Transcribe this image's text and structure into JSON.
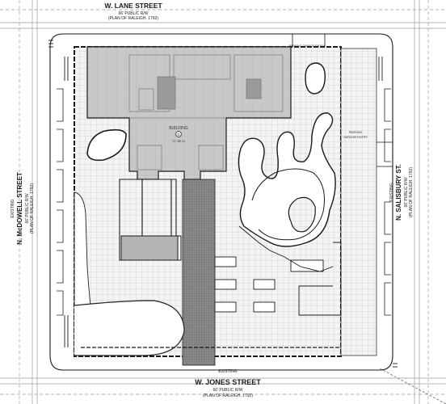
{
  "streets": {
    "north": {
      "name": "W. LANE STREET",
      "row": "66' PUBLIC R/W",
      "plan": "(PLAN OF RALEIGH, 1792)"
    },
    "south": {
      "existing": "EXISTING",
      "name": "W. JONES STREET",
      "row": "66' PUBLIC R/W",
      "plan": "(PLAN OF RALEIGH, 1792)"
    },
    "west": {
      "existing": "EXISTING",
      "name": "N. McDOWELL STREET",
      "row": "66' PUBLIC R/W",
      "plan": "(PLAN OF RALEIGH, 1792)"
    },
    "east": {
      "existing": "EXISTING",
      "name": "N. SALISBURY ST.",
      "row": "66' PUBLIC R/W",
      "plan": "(PLAN OF RALEIGH, 1792)"
    }
  },
  "labels": {
    "building": "BUILDING",
    "building_num": "D",
    "building_sub": "TO. BE #1",
    "parking_north": "PARKING GARAGE ENTRY",
    "parking_east_1": "PARKING",
    "parking_east_2": "GARAGE ENTRY"
  },
  "colors": {
    "building_fill": "#c9c9c9",
    "line": "#1a1a1a",
    "grid": "#bdbdbd",
    "dark_strip": "#7a7a7a"
  }
}
